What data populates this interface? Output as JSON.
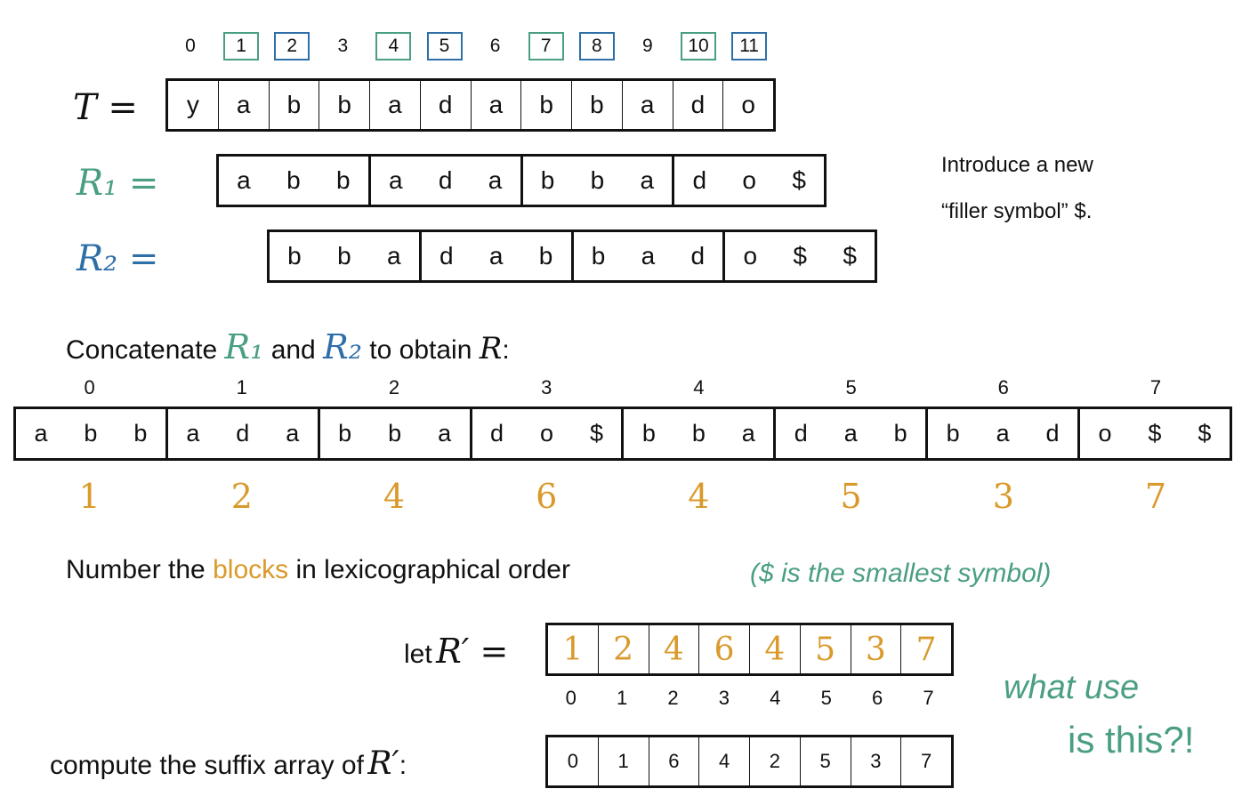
{
  "t_indices": [
    "0",
    "1",
    "2",
    "3",
    "4",
    "5",
    "6",
    "7",
    "8",
    "9",
    "10",
    "11"
  ],
  "t_label": "T =",
  "t_cells": [
    "y",
    "a",
    "b",
    "b",
    "a",
    "d",
    "a",
    "b",
    "b",
    "a",
    "d",
    "o"
  ],
  "r1_label": "R₁ =",
  "r1_cells": [
    "a",
    "b",
    "b",
    "a",
    "d",
    "a",
    "b",
    "b",
    "a",
    "d",
    "o",
    "$"
  ],
  "r2_label": "R₂ =",
  "r2_cells": [
    "b",
    "b",
    "a",
    "d",
    "a",
    "b",
    "b",
    "a",
    "d",
    "o",
    "$",
    "$"
  ],
  "note_line1": "Introduce a new",
  "note_line2": "“filler symbol” $.",
  "concat": {
    "pre": "Concatenate",
    "r1": "R₁",
    "mid": "and",
    "r2": "R₂",
    "post": "to obtain",
    "r": "R",
    "colon": ":"
  },
  "r_block_indices": [
    "0",
    "1",
    "2",
    "3",
    "4",
    "5",
    "6",
    "7"
  ],
  "r_cells": [
    "a",
    "b",
    "b",
    "a",
    "d",
    "a",
    "b",
    "b",
    "a",
    "d",
    "o",
    "$",
    "b",
    "b",
    "a",
    "d",
    "a",
    "b",
    "b",
    "a",
    "d",
    "o",
    "$",
    "$"
  ],
  "block_ranks": [
    "1",
    "2",
    "4",
    "6",
    "4",
    "5",
    "3",
    "7"
  ],
  "number_text": {
    "pre": "Number the",
    "hl": "blocks",
    "post": "in lexicographical order"
  },
  "smallest_note": "($ is the smallest symbol)",
  "let_label": {
    "pre": "let",
    "sym": "R′ ="
  },
  "rprime_cells": [
    "1",
    "2",
    "4",
    "6",
    "4",
    "5",
    "3",
    "7"
  ],
  "rprime_indices": [
    "0",
    "1",
    "2",
    "3",
    "4",
    "5",
    "6",
    "7"
  ],
  "suffix_label": {
    "pre": "compute the suffix array of",
    "sym": "R′",
    ":": ":"
  },
  "suffix_array": [
    "0",
    "1",
    "6",
    "4",
    "2",
    "5",
    "3",
    "7"
  ],
  "what_use": {
    "line1": "what use",
    "line2": "is this?!"
  },
  "colors": {
    "green": "#4a9e83",
    "blue": "#2f6fa8",
    "gold": "#d99a2b"
  }
}
